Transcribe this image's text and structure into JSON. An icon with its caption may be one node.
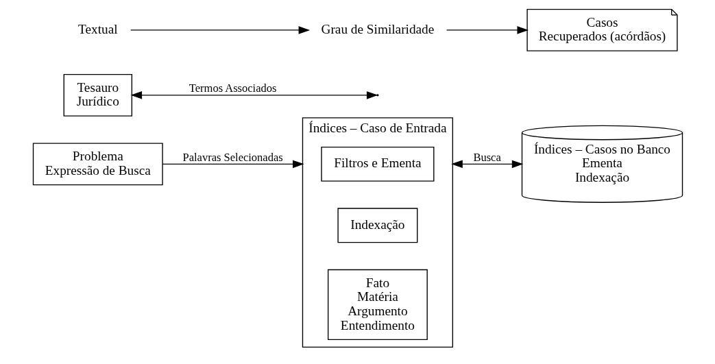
{
  "diagram": {
    "nodes": [
      {
        "text": [
          "Problema",
          "Expressão de Busca"
        ]
      },
      {
        "text": [
          "Índices – Caso de Entrada"
        ]
      },
      {
        "text": [
          "Filtros e Ementa"
        ],
        "in": 1
      },
      {
        "text": [
          "Indexação"
        ],
        "in": 1
      },
      {
        "text": [
          "Fato",
          "Matéria",
          "Argumento",
          "Entendimento"
        ],
        "in": 1
      },
      {
        "text": [
          "Tesauro",
          "Jurídico"
        ]
      },
      {
        "text": [
          "Índices – Casos no Banco",
          "Ementa",
          "Indexação"
        ]
      },
      {
        "text": [
          "Textual"
        ]
      },
      {
        "text": [
          "Grau de Similaridade"
        ]
      },
      {
        "text": [
          "Casos",
          "Recuperados (acórdãos)"
        ]
      }
    ],
    "edges": [
      {
        "from": 0,
        "to": 1,
        "arrow": "to",
        "label": "Palavras Selecionadas"
      },
      {
        "from": 5,
        "to": null,
        "arrow": "both",
        "label": "Termos Associados"
      },
      {
        "from": 1,
        "to": 6,
        "arrow": "both",
        "label": "Busca"
      },
      {
        "from": 7,
        "to": 8,
        "arrow": "to"
      },
      {
        "from": 8,
        "to": 9,
        "arrow": "to"
      }
    ]
  }
}
